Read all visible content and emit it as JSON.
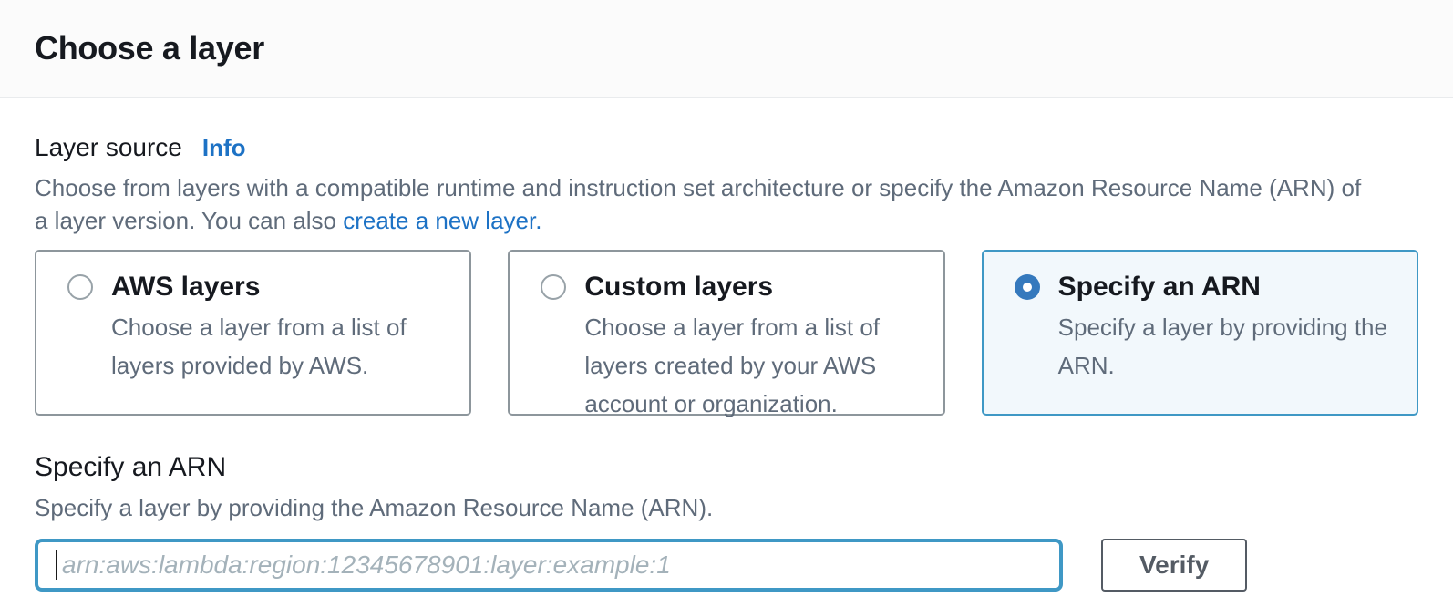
{
  "header": {
    "title": "Choose a layer"
  },
  "layer_source": {
    "label": "Layer source",
    "info_link": "Info",
    "description_start": "Choose from layers with a compatible runtime and instruction set architecture or specify the Amazon Resource Name (ARN) of a layer version. You can also ",
    "create_layer_link": "create a new layer."
  },
  "options": [
    {
      "title": "AWS layers",
      "description": "Choose a layer from a list of layers provided by AWS.",
      "selected": false
    },
    {
      "title": "Custom layers",
      "description": "Choose a layer from a list of layers created by your AWS account or organization.",
      "selected": false
    },
    {
      "title": "Specify an ARN",
      "description": "Specify a layer by providing the ARN.",
      "selected": true
    }
  ],
  "arn_section": {
    "title": "Specify an ARN",
    "description": "Specify a layer by providing the Amazon Resource Name (ARN).",
    "input_value": "",
    "input_placeholder": "arn:aws:lambda:region:12345678901:layer:example:1",
    "verify_button_label": "Verify"
  },
  "colors": {
    "text-dark": "#16191f",
    "text-gray": "#5f6b7a",
    "link-blue": "#1d72c5",
    "radio-blue": "#3579bd",
    "selected-border": "#3f98c5",
    "selected-bg": "#f2f8fc",
    "card-border": "#8d969c",
    "divider": "#e9ebed",
    "header-bg": "#fbfbfb",
    "button-gray": "#545b64",
    "placeholder-gray": "#a4b2ba"
  }
}
